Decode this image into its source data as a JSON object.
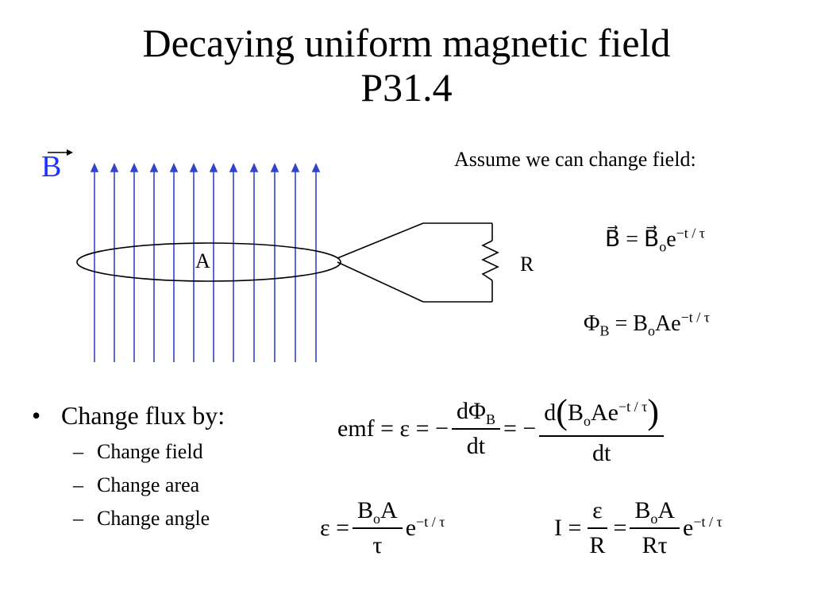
{
  "slide": {
    "title_line1": "Decaying uniform magnetic field",
    "title_line2": "P31.4",
    "vector_label": "B",
    "assume_text": "Assume we can change field:",
    "area_label": "A",
    "resistor_label": "R"
  },
  "bullets": {
    "main": "Change flux by:",
    "sub": [
      "Change field",
      "Change area",
      "Change angle"
    ]
  },
  "equations": {
    "eq1": "B = Bₒe^(−t/τ)",
    "eq2": "Φ_B = BₒAe^(−t/τ)",
    "eq3": "emf = ε = − dΦ_B/dt = − d(BₒAe^(−t/τ))/dt",
    "eq4": "ε = (BₒA/τ) e^(−t/τ)",
    "eq5": "I = ε/R = (BₒA/(Rτ)) e^(−t/τ)"
  },
  "colors": {
    "field_lines": "#3344cc",
    "vector_label": "#1a33ff"
  }
}
